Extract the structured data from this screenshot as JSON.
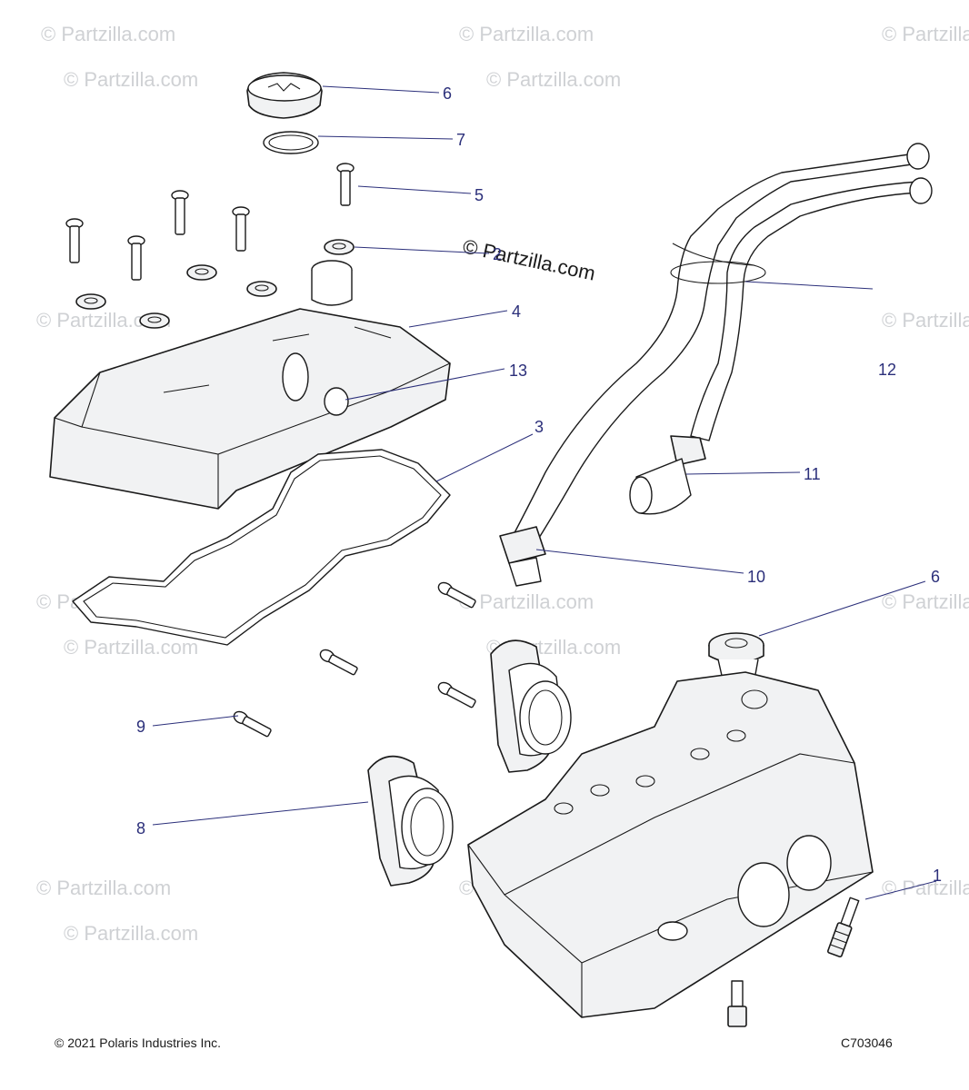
{
  "watermark": "© Partzilla.com",
  "center_watermark": "© Partzilla.com",
  "footer": {
    "copyright": "© 2021 Polaris Industries Inc.",
    "drawing_id": "C703046"
  },
  "callouts": [
    {
      "id": "c6a",
      "label": "6"
    },
    {
      "id": "c7",
      "label": "7"
    },
    {
      "id": "c5",
      "label": "5"
    },
    {
      "id": "c2",
      "label": "2"
    },
    {
      "id": "c4",
      "label": "4"
    },
    {
      "id": "c13",
      "label": "13"
    },
    {
      "id": "c3",
      "label": "3"
    },
    {
      "id": "c12",
      "label": "12"
    },
    {
      "id": "c11",
      "label": "11"
    },
    {
      "id": "c10",
      "label": "10"
    },
    {
      "id": "c6b",
      "label": "6"
    },
    {
      "id": "c9",
      "label": "9"
    },
    {
      "id": "c8",
      "label": "8"
    },
    {
      "id": "c1",
      "label": "1"
    }
  ]
}
